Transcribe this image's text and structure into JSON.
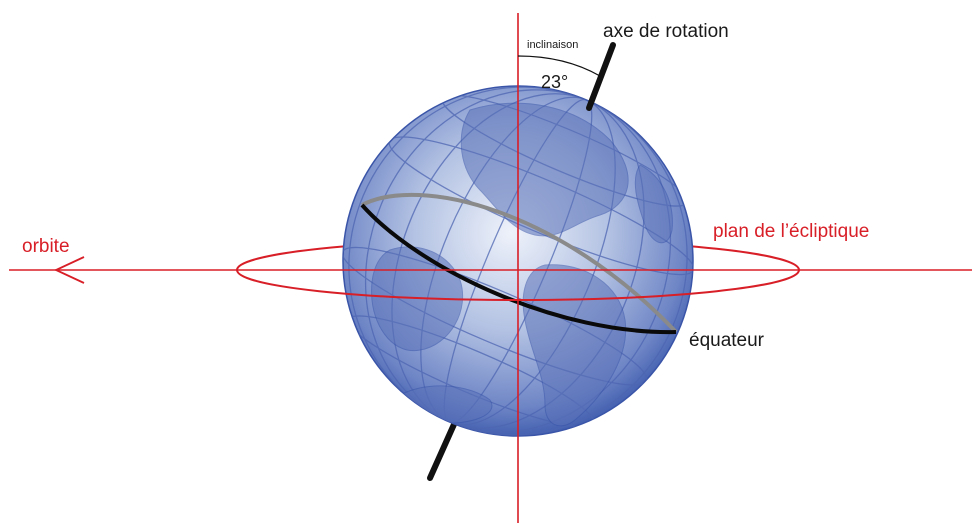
{
  "labels": {
    "rotation_axis": "axe de rotation",
    "inclination": "inclinaison",
    "angle": "23°",
    "ecliptic_plane": "plan de l’écliptique",
    "orbit": "orbite",
    "equator": "équateur"
  },
  "colors": {
    "reference_lines": "#d81e27",
    "rotation_axis": "#111111",
    "equator_front": "#0a0a0a",
    "equator_back": "#8a8a8a",
    "globe_dark": "#2f4fa6",
    "globe_light": "#e8eef8"
  },
  "icons": {
    "orbit_direction": "arrow-left-icon",
    "earth": "globe-icon"
  }
}
